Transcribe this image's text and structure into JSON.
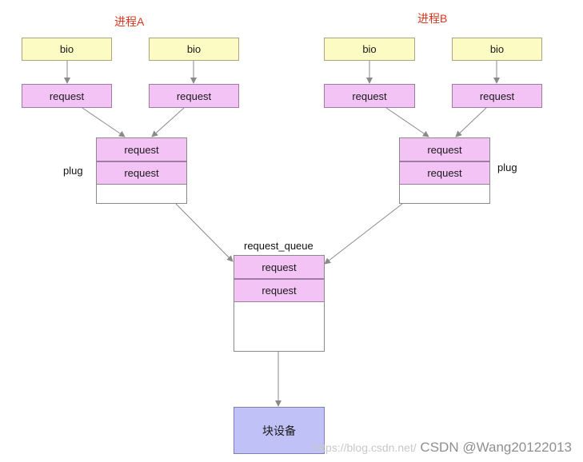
{
  "process_a": {
    "title": "进程A",
    "bios": [
      "bio",
      "bio"
    ],
    "requests": [
      "request",
      "request"
    ],
    "plug": {
      "label": "plug",
      "requests": [
        "request",
        "request"
      ]
    }
  },
  "process_b": {
    "title": "进程B",
    "bios": [
      "bio",
      "bio"
    ],
    "requests": [
      "request",
      "request"
    ],
    "plug": {
      "label": "plug",
      "requests": [
        "request",
        "request"
      ]
    }
  },
  "request_queue": {
    "label": "request_queue",
    "requests": [
      "request",
      "request"
    ]
  },
  "block_device": {
    "label": "块设备"
  },
  "watermark": {
    "faint": "https://blog.csdn.net/",
    "main": "CSDN @Wang20122013"
  },
  "colors": {
    "bio_fill": "#fdfbc4",
    "request_fill": "#f3c3f6",
    "device_fill": "#c0c1f6",
    "title_red": "#d9361f",
    "arrow": "#8a8a8a"
  }
}
